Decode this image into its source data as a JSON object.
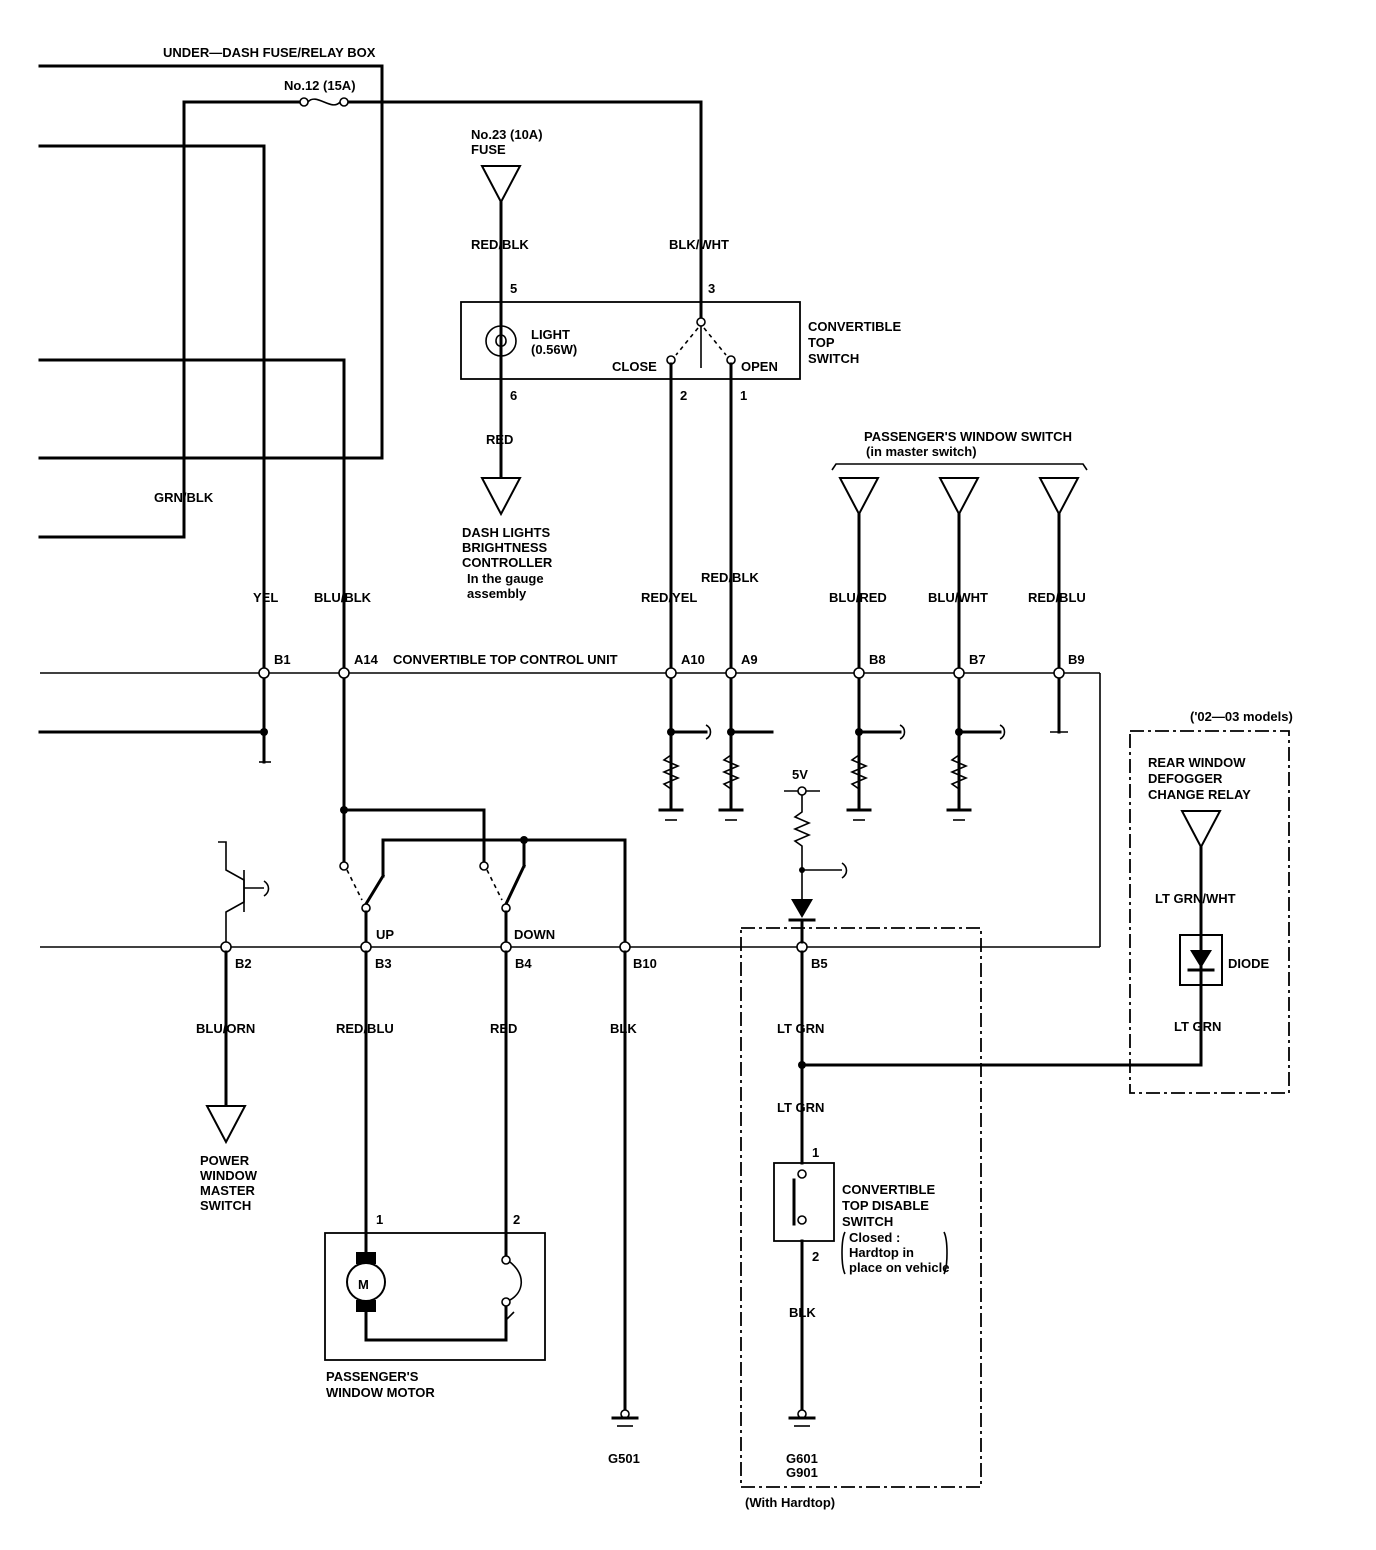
{
  "diagram": {
    "fuse_box": "UNDER—DASH FUSE/RELAY BOX",
    "fuse12": "No.12 (15A)",
    "fuse23_line1": "No.23 (10A)",
    "fuse23_line2": "FUSE",
    "wires": {
      "red_blk": "RED/BLK",
      "blk_wht": "BLK/WHT",
      "red_top": "RED",
      "grn_blk": "GRN/BLK",
      "yel": "YEL",
      "blu_blk": "BLU/BLK",
      "red_yel": "RED/YEL",
      "red_blk_2": "RED/BLK",
      "blu_red": "BLU/RED",
      "blu_wht": "BLU/WHT",
      "red_blu_top": "RED/BLU",
      "blu_orn": "BLU/ORN",
      "red_blu": "RED/BLU",
      "red": "RED",
      "blk": "BLK",
      "lt_grn_1": "LT GRN",
      "lt_grn_2": "LT GRN",
      "lt_grn_wht": "LT GRN/WHT",
      "lt_grn_3": "LT GRN",
      "blk_2": "BLK"
    },
    "pins": {
      "p5": "5",
      "p3": "3",
      "p6": "6",
      "p2": "2",
      "p1": "1",
      "motor1": "1",
      "motor2": "2",
      "sw1": "1",
      "sw2": "2"
    },
    "light_line1": "LIGHT",
    "light_line2": "(0.56W)",
    "close": "CLOSE",
    "open": "OPEN",
    "conv_switch": [
      "CONVERTIBLE",
      "TOP",
      "SWITCH"
    ],
    "dash_ctrl": [
      "DASH LIGHTS",
      "BRIGHTNESS",
      "CONTROLLER",
      "In the gauge",
      "assembly"
    ],
    "pass_switch_line1": "PASSENGER'S WINDOW SWITCH",
    "pass_switch_line2": "(in master switch)",
    "connectors": {
      "b1": "B1",
      "a14": "A14",
      "a10": "A10",
      "a9": "A9",
      "b8": "B8",
      "b7": "B7",
      "b9": "B9",
      "b2": "B2",
      "b3": "B3",
      "b4": "B4",
      "b10": "B10",
      "b5": "B5"
    },
    "control_unit": "CONVERTIBLE TOP CONTROL UNIT",
    "up": "UP",
    "down": "DOWN",
    "volt": "5V",
    "models": "('02—03 models)",
    "relay": [
      "REAR WINDOW",
      "DEFOGGER",
      "CHANGE RELAY"
    ],
    "diode": "DIODE",
    "pwm_switch": [
      "POWER",
      "WINDOW",
      "MASTER",
      "SWITCH"
    ],
    "motor_label": [
      "PASSENGER'S",
      "WINDOW MOTOR"
    ],
    "motor_symbol": "M",
    "ground_g501": "G501",
    "ground_g601": "G601",
    "ground_g901": "G901",
    "disable_switch": [
      "CONVERTIBLE",
      "TOP DISABLE",
      "SWITCH"
    ],
    "disable_note": [
      "Closed :",
      "Hardtop in",
      "place on vehicle"
    ],
    "hardtop": "(With Hardtop)"
  }
}
